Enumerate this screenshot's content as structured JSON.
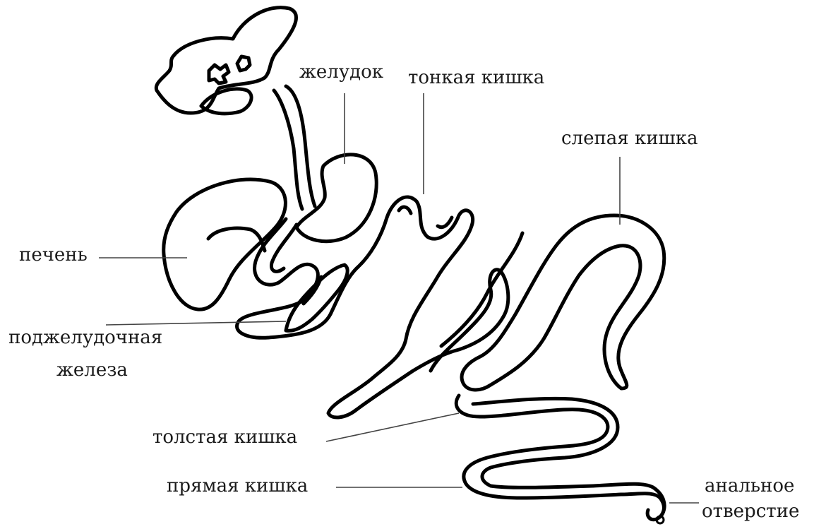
{
  "labels": {
    "stomach": "желудок",
    "small_intestine": "тонкая кишка",
    "cecum": "слепая кишка",
    "liver": "печень",
    "pancreas_line1": "поджелудочная",
    "pancreas_line2": "железа",
    "large_intestine": "толстая кишка",
    "rectum": "прямая кишка",
    "anus_line1": "анальное",
    "anus_line2": "отверстие"
  }
}
